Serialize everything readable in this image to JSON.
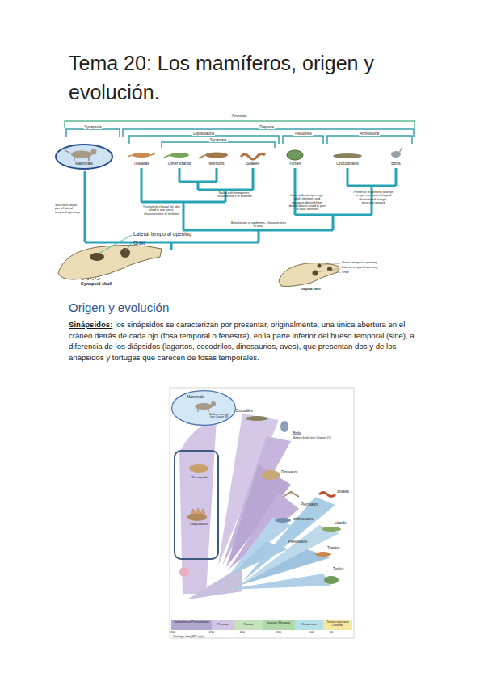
{
  "diagram": {
    "title": "Tema 20: Los mamíferos, origen y evolución.",
    "nodes": [
      {
        "text": [
          "Mammals"
        ]
      },
      {
        "text": [
          "Mammals",
          "Modern mammals (see Chapter 28)"
        ]
      },
      {
        "text": [
          "Therapsids",
          "Pelycosaurs"
        ]
      }
    ],
    "labels": [
      "Amniota",
      "Synapsida",
      "Diapsida",
      "Lepidosauria",
      "Testudines",
      "Archosauria",
      "Squamata",
      "Tuataras",
      "Other lizards",
      "Monitors",
      "Snakes",
      "Turtles",
      "Crocodilians",
      "Birds",
      "Males with hemipenes, characteristics of skeleton",
      "Presence of opening anterior to eye, eye socket shaped like inverted triangle, muscular gizzard",
      "Loss of dorsal openings; skull, skeleton, and carapace derived from dermal bones fused to part of axial skeleton",
      "Transverse cloacal slit, skin shed in one piece, characteristics of skeleton",
      "Skull with single pair of lateral temporal openings",
      "Beta keratin in epidermis, characteristics of skull",
      "Lateral temporal opening",
      "Orbit",
      "Dorsal temporal opening",
      "Lateral temporal opening",
      "Orbit",
      "Synapsid skull",
      "Diapsid skull",
      "Origen y evolución",
      "Sinápsidos:",
      "los sinápsidos se caracterizan por presentar, originalmente, una única abertura en el cráneo detrás de cada ojo (fosa temporal o fenestra), en la parte inferior del hueso temporal (sine), a diferencia de los diápsidos (lagartos, cocodrilos, dinosaurios, aves), que presentan dos y de los anápsidos y tortugas que carecen de fosas temporales.",
      "Crocodiles",
      "Birds",
      "Modern birds (see Chapter 27)",
      "Dinosaurs",
      "Pterosaurs",
      "Snakes",
      "Ichthyosaurs",
      "Plesiosaurs",
      "Lizards",
      "Tuatara",
      "Turtles",
      "Carboniferous Pennsylvanian",
      "Permian",
      "Triassic",
      "Jurassic Mesozoic",
      "Cretaceous",
      "Tertiary to present Cenozoic",
      "300",
      "250",
      "200",
      "150",
      "100",
      "65",
      "Geologic time (MY ago)"
    ]
  }
}
